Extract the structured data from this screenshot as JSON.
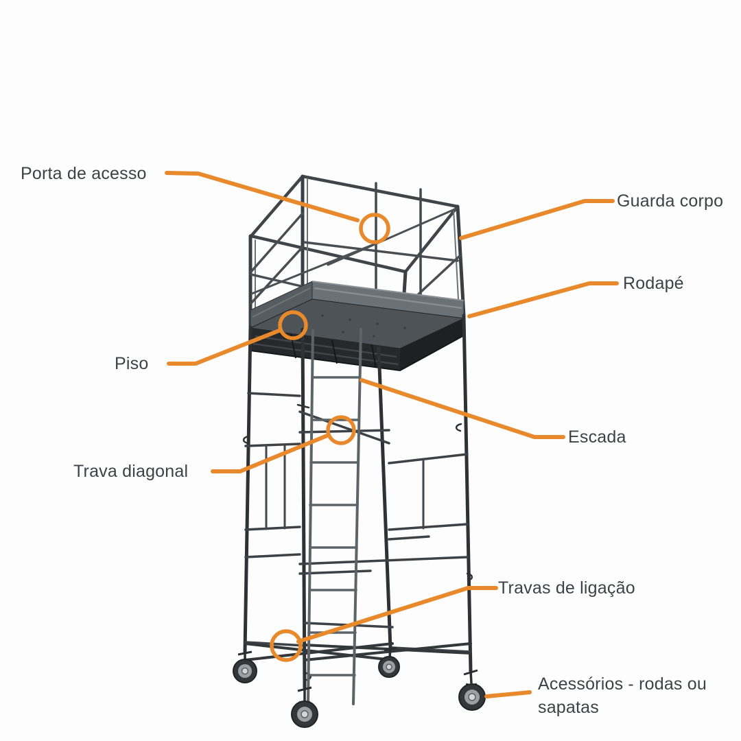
{
  "diagram": {
    "accent_color": "#E8892B",
    "text_color": "#3E4245",
    "background_color": "#FDFDFD",
    "labels": [
      {
        "id": "porta-de-acesso",
        "text": "Porta de acesso",
        "side": "left",
        "has_circle": true
      },
      {
        "id": "guarda-corpo",
        "text": "Guarda corpo",
        "side": "right",
        "has_circle": false
      },
      {
        "id": "rodape",
        "text": "Rodapé",
        "side": "right",
        "has_circle": false
      },
      {
        "id": "piso",
        "text": "Piso",
        "side": "left",
        "has_circle": true
      },
      {
        "id": "escada",
        "text": "Escada",
        "side": "right",
        "has_circle": false
      },
      {
        "id": "trava-diagonal",
        "text": "Trava diagonal",
        "side": "left",
        "has_circle": true
      },
      {
        "id": "travas-de-ligacao",
        "text": "Travas de ligação",
        "side": "right",
        "has_circle": true
      },
      {
        "id": "acessorios",
        "text": "Acessórios - rodas ou sapatas",
        "side": "right",
        "has_circle": false
      }
    ]
  }
}
